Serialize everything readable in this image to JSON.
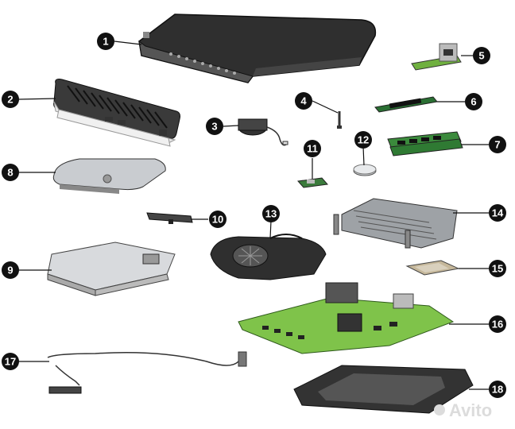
{
  "callouts": [
    {
      "id": 1,
      "label": "1"
    },
    {
      "id": 2,
      "label": "2"
    },
    {
      "id": 3,
      "label": "3"
    },
    {
      "id": 4,
      "label": "4"
    },
    {
      "id": 5,
      "label": "5"
    },
    {
      "id": 6,
      "label": "6"
    },
    {
      "id": 7,
      "label": "7"
    },
    {
      "id": 8,
      "label": "8"
    },
    {
      "id": 9,
      "label": "9"
    },
    {
      "id": 10,
      "label": "10"
    },
    {
      "id": 11,
      "label": "11"
    },
    {
      "id": 12,
      "label": "12"
    },
    {
      "id": 13,
      "label": "13"
    },
    {
      "id": 14,
      "label": "14"
    },
    {
      "id": 15,
      "label": "15"
    },
    {
      "id": 16,
      "label": "16"
    },
    {
      "id": 17,
      "label": "17"
    },
    {
      "id": 18,
      "label": "18"
    }
  ],
  "watermark": {
    "text": "Avito"
  },
  "colors": {
    "callout_fill": "#111111",
    "callout_text": "#ffffff",
    "chassis": "#2b2b2b",
    "board_green": "#7fc34a",
    "metal": "#b9bcc0",
    "watermark": "#dcdcdc"
  }
}
